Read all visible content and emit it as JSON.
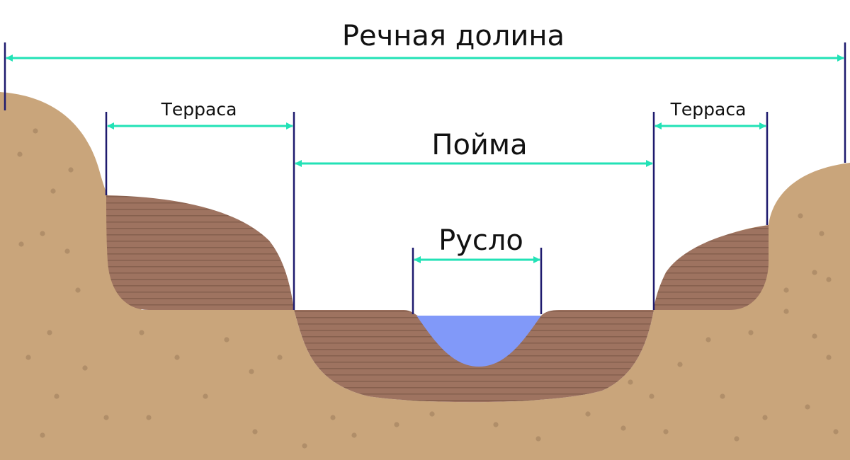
{
  "labels": {
    "valley": "Речная долина",
    "floodplain": "Пойма",
    "channel": "Русло",
    "terrace_left": "Терраса",
    "terrace_right": "Терраса"
  },
  "colors": {
    "ground": "#c9a57b",
    "ground_dots": "#b08e69",
    "sediment": "#9e7360",
    "sediment_lines": "#86604e",
    "water": "#8199f9",
    "arrow": "#22e2b6",
    "marker": "#1e1a6e",
    "background": "#ffffff"
  }
}
